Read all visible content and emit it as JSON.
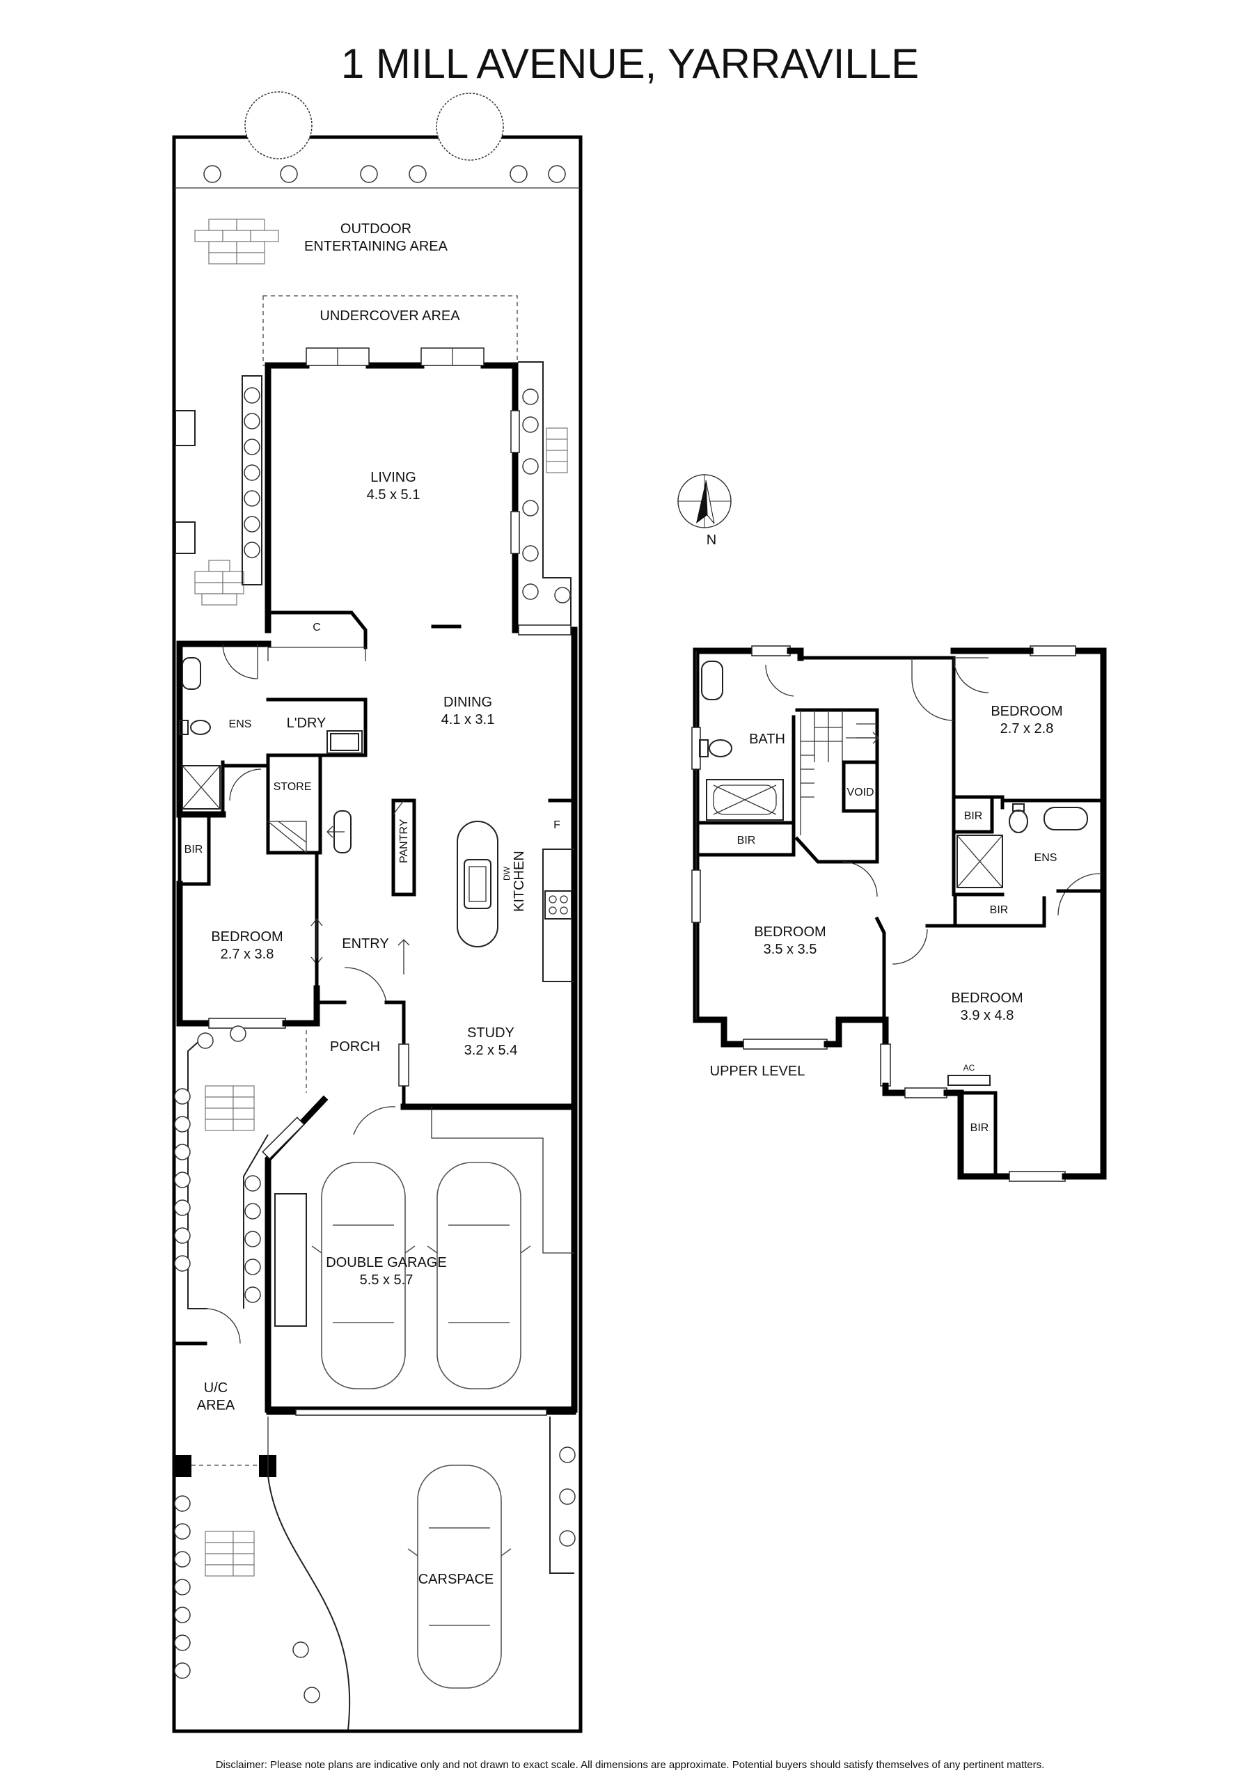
{
  "title": "1 MILL AVENUE, YARRAVILLE",
  "disclaimer": "Disclaimer: Please note plans are indicative only and not drawn to exact scale. All dimensions are approximate. Potential buyers should satisfy themselves of any pertinent matters.",
  "compass": {
    "label": "N"
  },
  "ground_floor": {
    "outdoor_line1": "OUTDOOR",
    "outdoor_line2": "ENTERTAINING AREA",
    "undercover": "UNDERCOVER AREA",
    "living": {
      "name": "LIVING",
      "size": "4.5 x 5.1"
    },
    "dining": {
      "name": "DINING",
      "size": "4.1 x 3.1"
    },
    "c": "C",
    "ens": "ENS",
    "laundry": "L'DRY",
    "store": "STORE",
    "bir": "BIR",
    "pantry": "PANTRY",
    "f": "F",
    "dw": "DW",
    "kitchen": "KITCHEN",
    "bedroom": {
      "name": "BEDROOM",
      "size": "2.7 x 3.8"
    },
    "entry": "ENTRY",
    "study": {
      "name": "STUDY",
      "size": "3.2 x 5.4"
    },
    "porch": "PORCH",
    "garage": {
      "name": "DOUBLE GARAGE",
      "size": "5.5 x 5.7"
    },
    "uc_line1": "U/C",
    "uc_line2": "AREA",
    "carspace": "CARSPACE"
  },
  "upper_floor": {
    "label": "UPPER LEVEL",
    "bath": "BATH",
    "void": "VOID",
    "bir1": "BIR",
    "bir2": "BIR",
    "bir3": "BIR",
    "bir4": "BIR",
    "ens": "ENS",
    "ac": "AC",
    "bed_ne": {
      "name": "BEDROOM",
      "size": "2.7 x 2.8"
    },
    "bed_w": {
      "name": "BEDROOM",
      "size": "3.5 x 3.5"
    },
    "bed_se": {
      "name": "BEDROOM",
      "size": "3.9 x 4.8"
    }
  }
}
